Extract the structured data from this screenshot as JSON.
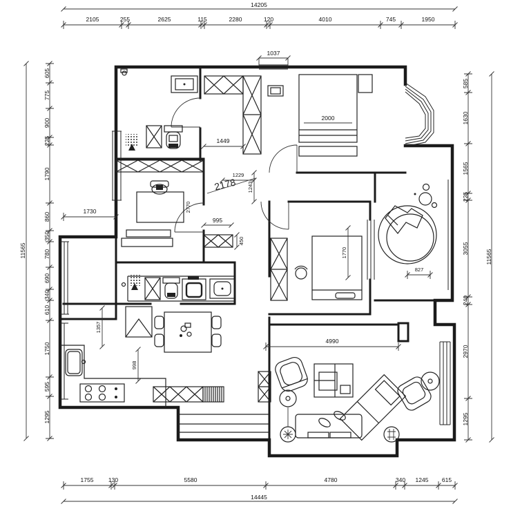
{
  "drawing": {
    "type": "architectural-floor-plan",
    "units": "mm",
    "background": "#ffffff",
    "line_color": "#1b1b1b"
  },
  "dims": {
    "top_total": "14205",
    "top": [
      "2105",
      "255",
      "2625",
      "115",
      "2280",
      "120",
      "4010",
      "745",
      "1950"
    ],
    "bottom": [
      "1755",
      "130",
      "5580",
      "4780",
      "340",
      "1245",
      "615"
    ],
    "bottom_total": "14445",
    "left_total": "11565",
    "left": [
      "605",
      "775",
      "900",
      "225",
      "1790",
      "860",
      "350",
      "780",
      "690",
      "340",
      "610",
      "1750",
      "595",
      "1295"
    ],
    "right": [
      "585",
      "1630",
      "1565",
      "225",
      "3055",
      "240",
      "2970",
      "1295"
    ],
    "right_total": "11565",
    "interior": {
      "closet_opening": "1037",
      "bed_width": "2000",
      "passage": "1449",
      "hall_a": "1229",
      "hall_b": "1243",
      "note_large": "2178",
      "study_depth": "2770",
      "balcony_offset": "1730",
      "cabinet_width": "995",
      "cabinet_depth": "450",
      "bed2_length": "1770",
      "tub_offset": "827",
      "living_width": "4990",
      "kitchen_depth": "1357",
      "kitchen_pass": "998"
    }
  },
  "symbols": [
    "wardrobe",
    "bed",
    "toilet",
    "round-bathtub",
    "shower",
    "washbasin",
    "desk",
    "chair",
    "dining-table",
    "refrigerator",
    "stove",
    "kitchen-sink",
    "sofa",
    "chaise",
    "armchair",
    "coffee-table",
    "side-table",
    "bay-window",
    "door-swing",
    "entry-steps",
    "floor-symbol"
  ]
}
